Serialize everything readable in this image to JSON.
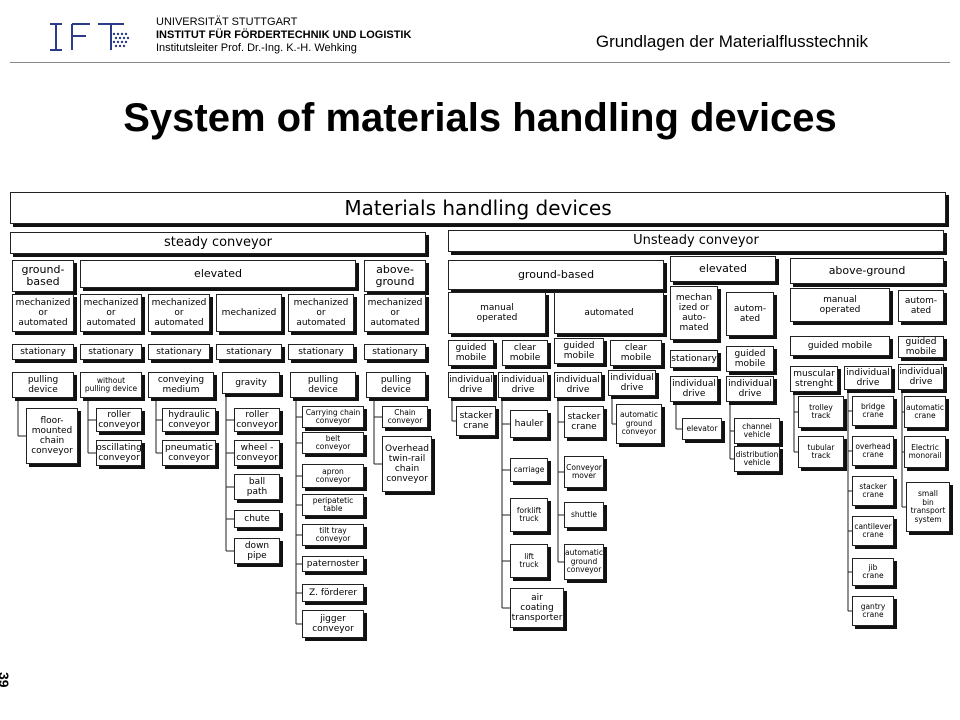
{
  "header": {
    "logo_text": "IFT",
    "university": "UNIVERSITÄT STUTTGART",
    "institute": "INSTITUT FÜR FÖRDERTECHNIK UND LOGISTIK",
    "director": "Institutsleiter Prof. Dr.-Ing. K.-H. Wehking",
    "course": "Grundlagen der Materialflusstechnik"
  },
  "title": "System of materials handling  devices",
  "page_number": "39",
  "diagram": {
    "root": "Materials handling devices",
    "steady": "steady conveyor",
    "unsteady": "Unsteady conveyor",
    "steady_groups": {
      "ground_based": "ground-\nbased",
      "elevated": "elevated",
      "above_ground": "above-\nground"
    },
    "steady_drives": [
      "mechanized\nor\nautomated",
      "mechanized\nor\nautomated",
      "mechanized\nor\nautomated",
      "mechanized",
      "mechanized\nor\nautomated",
      "mechanized\nor\nautomated"
    ],
    "stationary": "stationary",
    "steady_types": [
      "pulling\ndevice",
      "without\npulling device",
      "conveying\nmedium",
      "gravity",
      "pulling\ndevice",
      "pulling\ndevice"
    ],
    "col1_items": [
      "floor-\nmounted\nchain\nconveyor"
    ],
    "col2_items": [
      "roller\nconveyor",
      "oscillating\nconveyor"
    ],
    "col3_items": [
      "hydraulic\nconveyor",
      "pneumatic\nconveyor"
    ],
    "col4_items": [
      "roller\nconveyor",
      "wheel -\nconveyor",
      "ball\npath",
      "chute",
      "down\npipe"
    ],
    "col5_items": [
      "Carrying chain\nconveyor",
      "belt\nconveyor",
      "apron\nconveyor",
      "peripatetic\ntable",
      "tilt tray\nconveyor",
      "paternoster",
      "Z. förderer",
      "jigger\nconveyor"
    ],
    "col6_items": [
      "Chain\nconveyor",
      "Overhead\ntwin-rail\nchain\nconveyor"
    ],
    "unsteady_groups": {
      "ground_based": "ground-based",
      "elevated": "elevated",
      "above_ground": "above-ground"
    },
    "ug_drives": {
      "manual": "manual\noperated",
      "automated": "automated"
    },
    "ug_modes": [
      "guided\nmobile",
      "clear\nmobile",
      "guided\nmobile",
      "clear\nmobile"
    ],
    "individual_drive": "individual\ndrive",
    "ug_col1_items": [
      "stacker\ncrane"
    ],
    "ug_col2_items": [
      "hauler",
      "carriage",
      "forklift\ntruck",
      "lift\ntruck",
      "air\ncoating\ntransporter"
    ],
    "ug_col3_items": [
      "stacker\ncrane",
      "Conveyor\nmover",
      "shuttle",
      "automatic\nground\nconveyor"
    ],
    "ug_col4_items": [
      "automatic\nground\nconveyor"
    ],
    "ue": {
      "drive_left": "mechan\nized or\nauto-\nmated",
      "drive_right": "autom-\nated",
      "stationary": "stationary",
      "guided_mobile": "guided\nmobile",
      "left_items": [
        "elevator"
      ],
      "right_items": [
        "channel\nvehicle",
        "distribution\nvehicle"
      ]
    },
    "ua": {
      "manual": "manual\noperated",
      "automated": "autom-\nated",
      "guided_mobile": "guided mobile",
      "guided_mobile_right": "guided\nmobile",
      "muscular": "muscular\nstrenght",
      "col1_items": [
        "trolley\ntrack",
        "tubular\ntrack"
      ],
      "col2_items": [
        "bridge\ncrane",
        "overhead\ncrane",
        "stacker\ncrane",
        "cantilever\ncrane",
        "jib\ncrane",
        "gantry\ncrane"
      ],
      "col3_items": [
        "automatic\ncrane",
        "Electric\nmonorail",
        "small\nbin\ntransport\nsystem"
      ]
    }
  }
}
